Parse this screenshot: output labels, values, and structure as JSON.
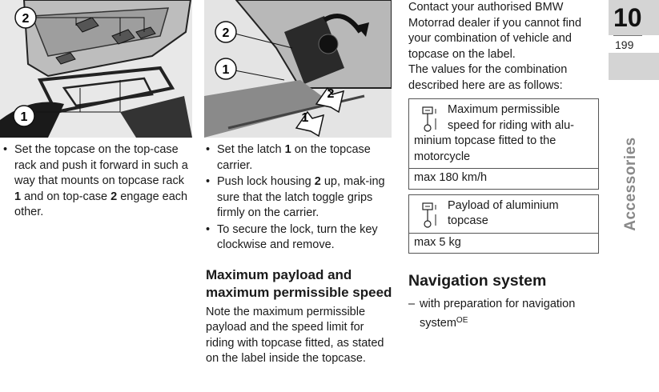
{
  "figures": {
    "fig1": {
      "callouts": [
        "2",
        "1"
      ]
    },
    "fig2": {
      "callouts": [
        "2",
        "1",
        "2",
        "1"
      ]
    }
  },
  "column1": {
    "steps": [
      {
        "parts": [
          "Set the topcase on the top-case rack and push it forward in such a way that mounts on topcase rack ",
          "1",
          " and on top-case ",
          "2",
          " engage each other."
        ]
      }
    ]
  },
  "column2": {
    "steps": [
      {
        "parts": [
          "Set the latch ",
          "1",
          " on the topcase carrier."
        ]
      },
      {
        "parts": [
          "Push lock housing ",
          "2",
          " up, mak-ing sure that the latch toggle grips firmly on the carrier."
        ]
      },
      {
        "parts": [
          "To secure the lock, turn the key clockwise and remove."
        ]
      }
    ],
    "subheading": "Maximum payload and maximum permissible speed",
    "paragraph": "Note the maximum permissible payload and the speed limit for riding with topcase fitted, as stated on the label inside the topcase."
  },
  "column3": {
    "intro1": "Contact your authorised BMW Motorrad dealer if you cannot find your combination of vehicle and topcase on the label.",
    "intro2": "The values for the combination described here are as follows:",
    "spec1": {
      "icon": "gauge-info-icon",
      "label_a": "Maximum permissible speed for riding with alu-",
      "label_b": "minium topcase fitted to the motorcycle",
      "value": "max 180 km/h"
    },
    "spec2": {
      "icon": "gauge-info-icon",
      "label": "Payload of aluminium topcase",
      "value": "max 5 kg"
    },
    "section_heading": "Navigation system",
    "item_text": "with preparation for navigation system",
    "item_sup": "OE"
  },
  "tab": {
    "chapter": "10",
    "page": "199",
    "section": "Accessories"
  }
}
